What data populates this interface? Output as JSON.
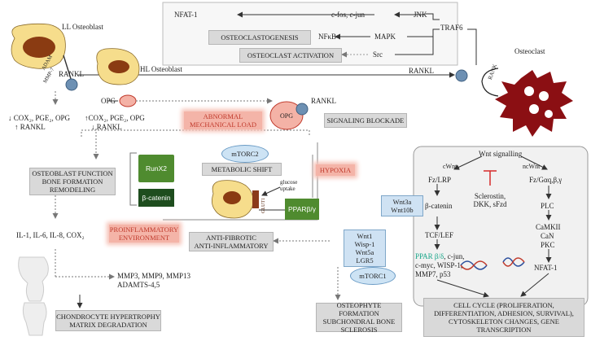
{
  "labels": {
    "ll_osteoblast": "LL Osteoblast",
    "hl_osteoblast": "HL Osteoblast",
    "osteoclast": "Osteoclast",
    "adam": "ADAM",
    "mmp7": "MMP-7",
    "rankl_left": "RANKL",
    "rankl_mid": "RANKL",
    "rankl_opg": "RANKL",
    "rank": "RANK",
    "opg_small": "OPG",
    "opg_large": "OPG",
    "nfat1_top": "NFAT-1",
    "cfos_cjun": "c-fos, c-jun",
    "jnk": "JNK",
    "traf6": "TRAF6",
    "nfkb": "NFκB",
    "mapk": "MAPK",
    "src": "Src",
    "ll_effects_1": "↓ COX₂, PGE₂, OPG",
    "ll_effects_2": "↑ RANKL",
    "hl_effects_1": "↑COX₂, PGE₂, OPG",
    "hl_effects_2": "↓ RANKL",
    "runx2": "RunX2",
    "bcatenin_green": "β-catenin",
    "glucose_uptake_1": "glucose",
    "glucose_uptake_2": "uptake",
    "glut1": "GLUT1",
    "ppar_green": "PPARβ/γ",
    "il_line": "IL-1, IL-6, IL-8, COX₂",
    "mmp_line_1": "MMP3, MMP9, MMP13",
    "mmp_line_2": "ADAMTS-4,5",
    "wnt_signalling": "Wnt signalling",
    "cwnt": "cWnt",
    "ncwnt": "ncWnt",
    "fz_lrp": "Fz/LRP",
    "fz_g": "Fz/Gαq,β,γ",
    "sclerostin_1": "Sclerostin,",
    "sclerostin_2": "DKK, sFzd",
    "bcatenin": "β-catenin",
    "tcf_lef": "TCF/LEF",
    "ppar_cjun": "PPAR β/δ",
    "ppar_cjun_rest": ", c-jun,",
    "cmyc": "c-myc, WISP-1,",
    "mmp7_p53": "MMP7, p53",
    "plc": "PLC",
    "camkii": "CaMKII",
    "can": "CaN",
    "pkc": "PKC",
    "nfat1_right": "NFAT-1"
  },
  "boxes": {
    "osteoclastogenesis": "OSTEOCLASTOGENESIS",
    "osteoclast_activation": "OSTEOCLAST ACTIVATION",
    "signaling_blockade": "SIGNALING BLOCKADE",
    "abnormal_load_1": "ABNORMAL",
    "abnormal_load_2": "MECHANICAL  LOAD",
    "hypoxia": "HYPOXIA",
    "mtorc2": "mTORC2",
    "metabolic_shift": "METABOLIC SHIFT",
    "ob_function_1": "OSTEOBLAST FUNCTION",
    "ob_function_2": "BONE FORMATION",
    "ob_function_3": "REMODELING",
    "proinflammatory_1": "PROINFLAMMATORY",
    "proinflammatory_2": "ENVIRONMENT",
    "antifibrotic_1": "ANTI-FIBROTIC",
    "antifibrotic_2": "ANTI-INFLAMMATORY",
    "wnt3a_1": "Wnt3a",
    "wnt3a_2": "Wnt10b",
    "wnt1_list_1": "Wnt1",
    "wnt1_list_2": "Wisp-1",
    "wnt1_list_3": "Wnt5a",
    "wnt1_list_4": "LGR5",
    "mtorc1": "mTORC1",
    "chondrocyte_1": "CHONDROCYTE HYPERTROPHY",
    "chondrocyte_2": "MATRIX DEGRADATION",
    "osteophyte_1": "OSTEOPHYTE FORMATION",
    "osteophyte_2": "SUBCHONDRAL BONE",
    "osteophyte_3": "SCLEROSIS",
    "cell_cycle_1": "CELL CYCLE (PROLIFERATION,",
    "cell_cycle_2": "DIFFERENTIATION, ADHESION, SURVIVAL),",
    "cell_cycle_3": "CYTOSKELETON CHANGES, GENE",
    "cell_cycle_4": "TRANSCRIPTION"
  },
  "colors": {
    "osteoblast_fill": "#f6dd8c",
    "nucleus_fill": "#8a3b12",
    "osteoclast_fill": "#8b0f13",
    "green_text": "#17a589",
    "red_inhibit": "#d62a2a"
  }
}
